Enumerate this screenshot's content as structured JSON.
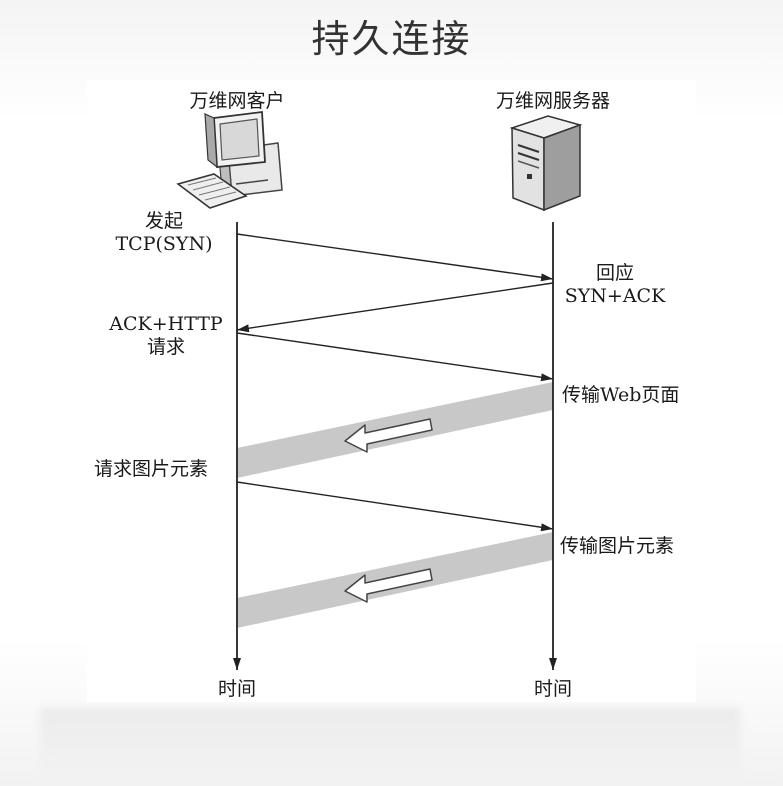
{
  "title": "持久连接",
  "client": {
    "label": "万维网客户",
    "time_label": "时间",
    "icon": "desktop-computer-icon"
  },
  "server": {
    "label": "万维网服务器",
    "time_label": "时间",
    "icon": "tower-server-icon"
  },
  "steps": [
    {
      "label_lines": [
        "发起",
        "TCP(SYN)"
      ]
    },
    {
      "label_lines": [
        "回应",
        "SYN+ACK"
      ]
    },
    {
      "label_lines": [
        "ACK+HTTP",
        "请求"
      ]
    },
    {
      "label_lines": [
        "传输Web页面"
      ]
    },
    {
      "label_lines": [
        "请求图片元素"
      ]
    },
    {
      "label_lines": [
        "传输图片元素"
      ]
    }
  ],
  "colors": {
    "line": "#222222",
    "band": "#c8c8c8",
    "arrow_fill": "#ffffff"
  }
}
